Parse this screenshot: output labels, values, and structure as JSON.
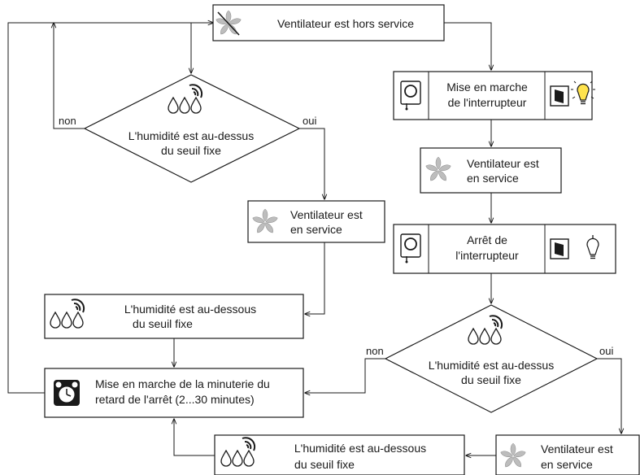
{
  "nodes": {
    "fan_off": {
      "label": "Ventilateur est hors service"
    },
    "switch_on": {
      "line1": "Mise en marche",
      "line2": "de l'interrupteur"
    },
    "fan_on_right": {
      "line1": "Ventilateur est",
      "line2": "en service"
    },
    "switch_off": {
      "line1": "Arrêt de",
      "line2": "l'interrupteur"
    },
    "decision_left": {
      "line1": "L'humidité est au-dessus",
      "line2": "du seuil fixe",
      "yes": "oui",
      "no": "non"
    },
    "decision_right": {
      "line1": "L'humidité est au-dessus",
      "line2": "du seuil fixe",
      "yes": "oui",
      "no": "non"
    },
    "fan_on_middle": {
      "line1": "Ventilateur est",
      "line2": "en service"
    },
    "humidity_below_left": {
      "line1": "L'humidité est au-dessous",
      "line2": "du seuil fixe"
    },
    "timer_start": {
      "line1": "Mise en marche de la minuterie du",
      "line2": "retard de l'arrêt (2...30 minutes)"
    },
    "humidity_below_bottom": {
      "line1": "L'humidité est au-dessous",
      "line2": "du seuil fixe"
    },
    "fan_on_bottom": {
      "line1": "Ventilateur est",
      "line2": "en service"
    }
  },
  "icons": [
    "fan-crossed-icon",
    "fan-icon",
    "switch-panel-icon",
    "rocker-switch-icon",
    "lamp-lit-icon",
    "lamp-off-icon",
    "humidity-icon",
    "alarm-clock-icon"
  ]
}
